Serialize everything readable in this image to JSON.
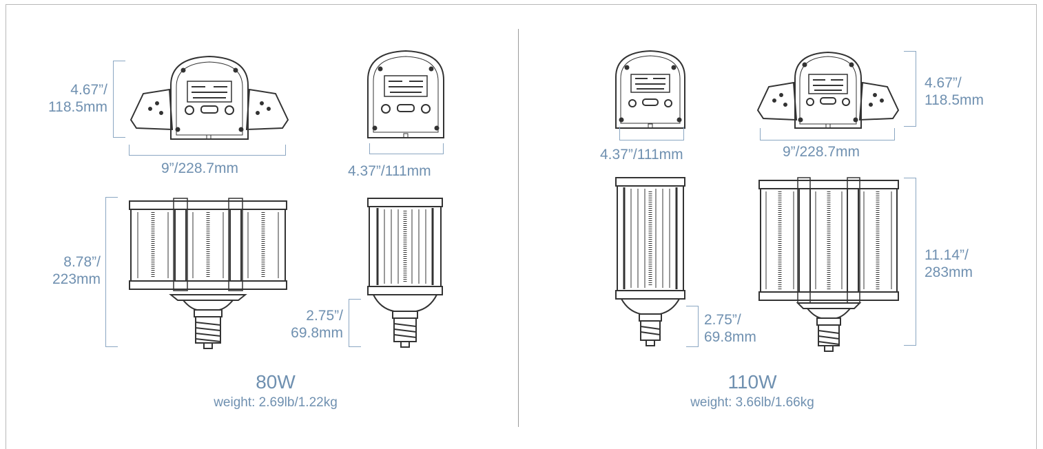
{
  "models": [
    {
      "wattage": "80W",
      "weight": "weight: 2.69lb/1.22kg",
      "top_expanded": {
        "height_line1": "4.67”/",
        "height_line2": "118.5mm",
        "width": "9”/228.7mm"
      },
      "top_compact": {
        "width": "4.37”/111mm"
      },
      "side_expanded": {
        "height_line1": "8.78”/",
        "height_line2": "223mm"
      },
      "side_compact": {
        "base_line1": "2.75”/",
        "base_line2": "69.8mm"
      }
    },
    {
      "wattage": "110W",
      "weight": "weight: 3.66lb/1.66kg",
      "top_compact": {
        "width": "4.37”/111mm"
      },
      "top_expanded": {
        "height_line1": "4.67”/",
        "height_line2": "118.5mm",
        "width": "9”/228.7mm"
      },
      "side_compact": {
        "base_line1": "2.75”/",
        "base_line2": "69.8mm"
      },
      "side_expanded": {
        "height_line1": "11.14”/",
        "height_line2": "283mm"
      }
    }
  ],
  "colors": {
    "dimension": "#6f90b0",
    "line": "#333333",
    "frame": "#b8b8b8"
  }
}
